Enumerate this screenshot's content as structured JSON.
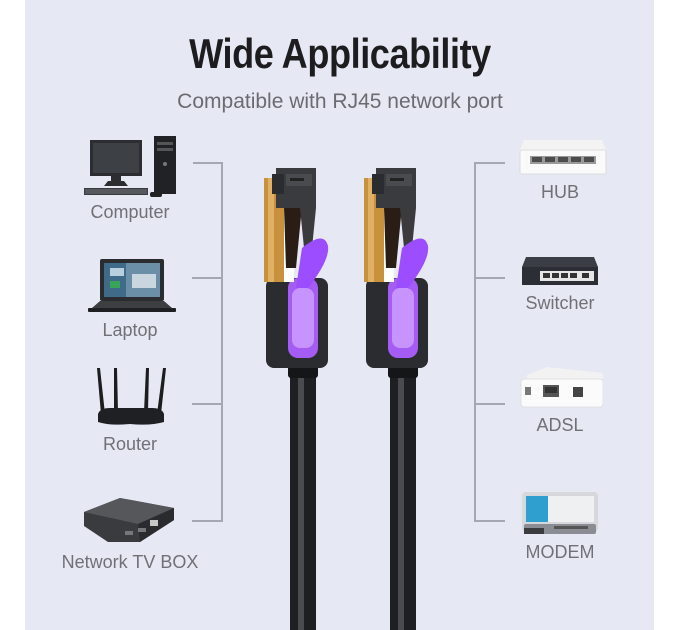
{
  "header": {
    "title": "Wide Applicability",
    "subtitle": "Compatible with RJ45 network port"
  },
  "left_devices": [
    {
      "label": "Computer",
      "icon": "computer-icon"
    },
    {
      "label": "Laptop",
      "icon": "laptop-icon"
    },
    {
      "label": "Router",
      "icon": "router-icon"
    },
    {
      "label": "Network TV BOX",
      "icon": "tv-box-icon"
    }
  ],
  "right_devices": [
    {
      "label": "HUB",
      "icon": "hub-icon"
    },
    {
      "label": "Switcher",
      "icon": "switch-icon"
    },
    {
      "label": "ADSL",
      "icon": "adsl-icon"
    },
    {
      "label": "MODEM",
      "icon": "modem-icon"
    }
  ],
  "colors": {
    "background": "#e6e8f4",
    "connector_gold": "#c8913e",
    "clip_purple": "#9b4dff",
    "cable_black": "#2a2a2d",
    "bracket_line": "#a4a7b4"
  }
}
